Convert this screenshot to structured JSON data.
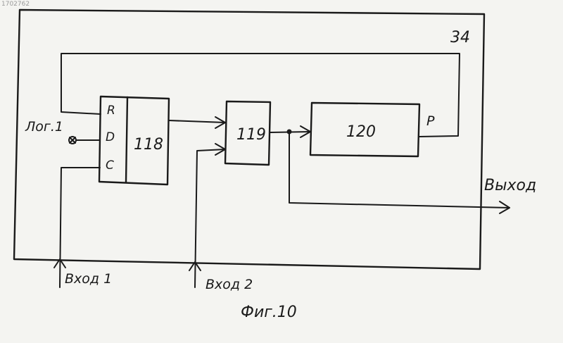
{
  "figure": {
    "caption": "Фиг.10",
    "corner_mark": "1702762"
  },
  "outer_block": {
    "label": "34"
  },
  "blocks": {
    "b118": {
      "label": "118",
      "pins": {
        "r": "R",
        "d": "D",
        "c": "C"
      }
    },
    "b119": {
      "label": "119"
    },
    "b120": {
      "label": "120",
      "output_label": "P"
    }
  },
  "signals": {
    "log1": "Лог.1",
    "input1": "Вход 1",
    "input2": "Вход 2",
    "output": "Выход"
  }
}
